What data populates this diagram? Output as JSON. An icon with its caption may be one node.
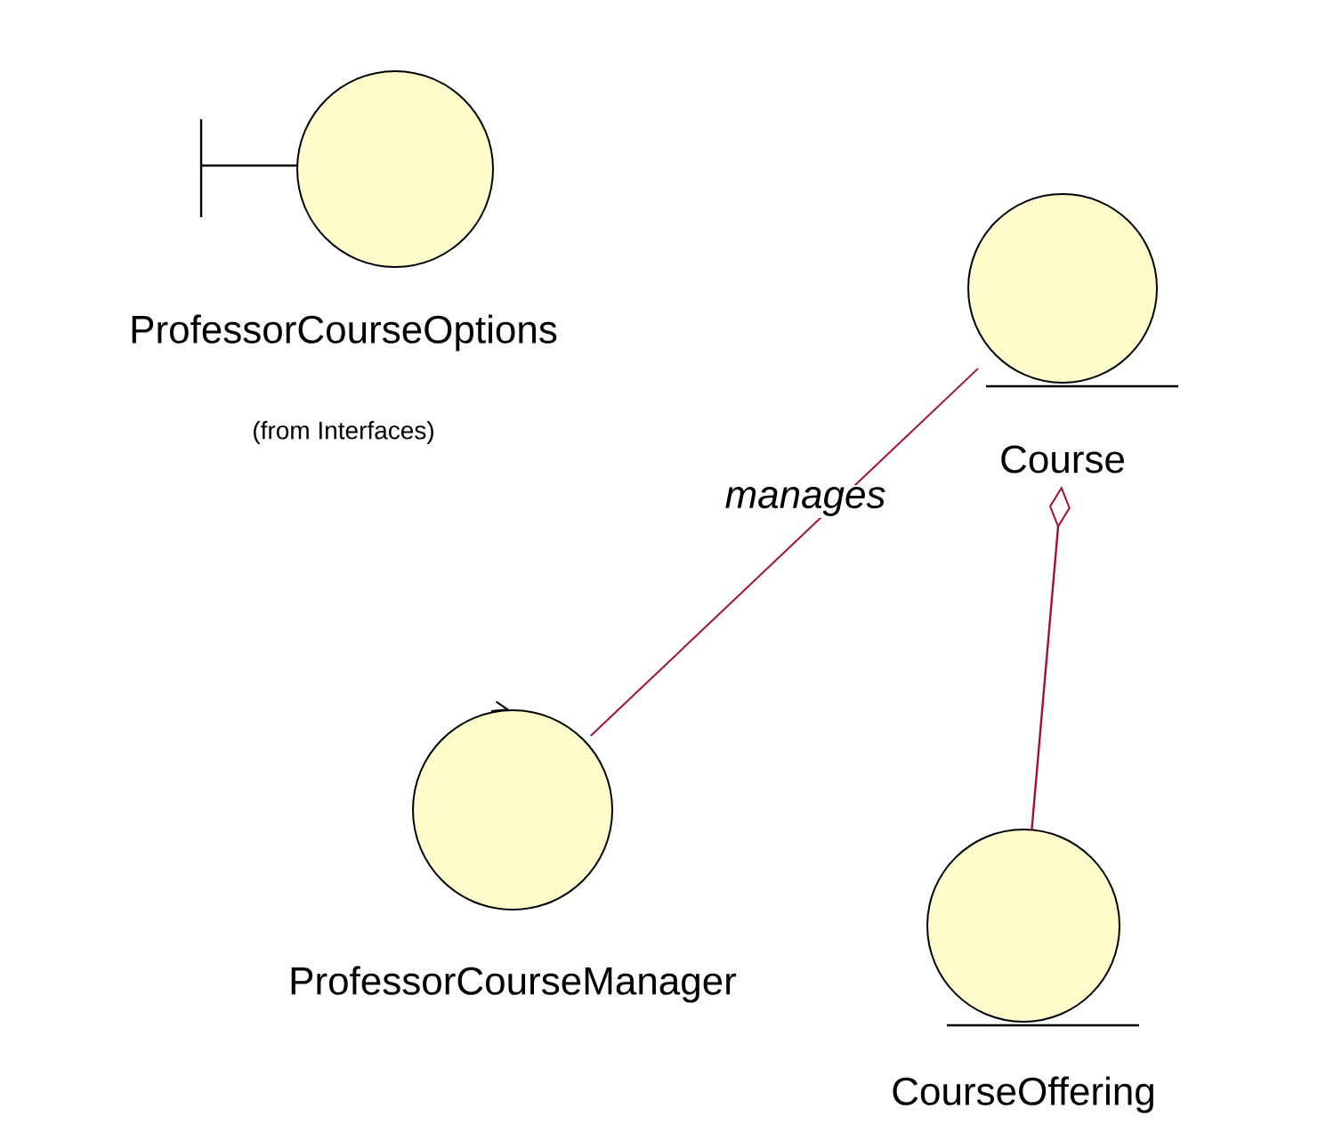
{
  "diagram": {
    "nodes": [
      {
        "text": [
          "ProfessorCourseOptions",
          "(from Interfaces)"
        ]
      },
      {
        "text": [
          "Course"
        ]
      },
      {
        "text": [
          "ProfessorCourseManager"
        ]
      },
      {
        "text": [
          "CourseOffering"
        ]
      }
    ],
    "edges": [
      {
        "from": 2,
        "to": 1,
        "arrow": "none",
        "label": "manages"
      },
      {
        "from": 3,
        "to": 1,
        "arrow": "other"
      }
    ]
  }
}
